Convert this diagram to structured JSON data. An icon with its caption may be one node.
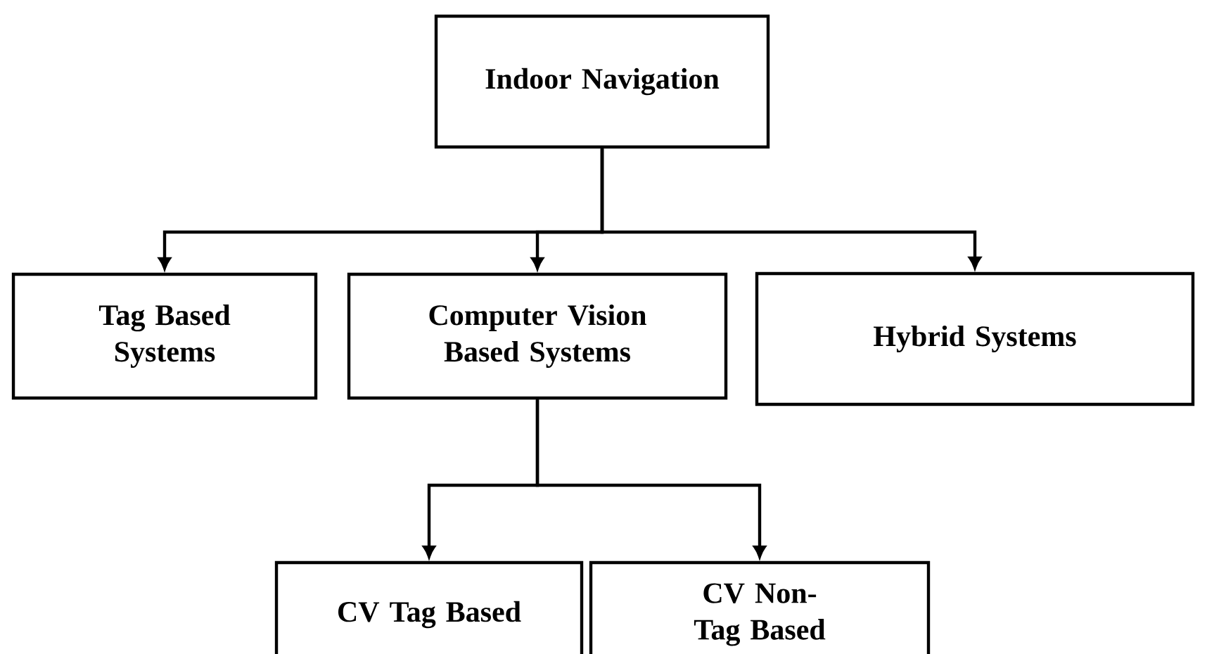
{
  "diagram": {
    "nodes": [
      {
        "text": [
          "Indoor Navigation"
        ]
      },
      {
        "text": [
          "Tag Based Systems"
        ]
      },
      {
        "text": [
          "Computer Vision Based Systems"
        ]
      },
      {
        "text": [
          "Hybrid Systems"
        ]
      },
      {
        "text": [
          "CV Tag Based"
        ]
      },
      {
        "text": [
          "CV Non-Tag Based"
        ]
      }
    ],
    "edges": [
      {
        "from": 0,
        "to": 1,
        "arrow": "to"
      },
      {
        "from": 0,
        "to": 2,
        "arrow": "to"
      },
      {
        "from": 0,
        "to": 3,
        "arrow": "to"
      },
      {
        "from": 2,
        "to": 4,
        "arrow": "to"
      },
      {
        "from": 2,
        "to": 5,
        "arrow": "to"
      }
    ]
  }
}
